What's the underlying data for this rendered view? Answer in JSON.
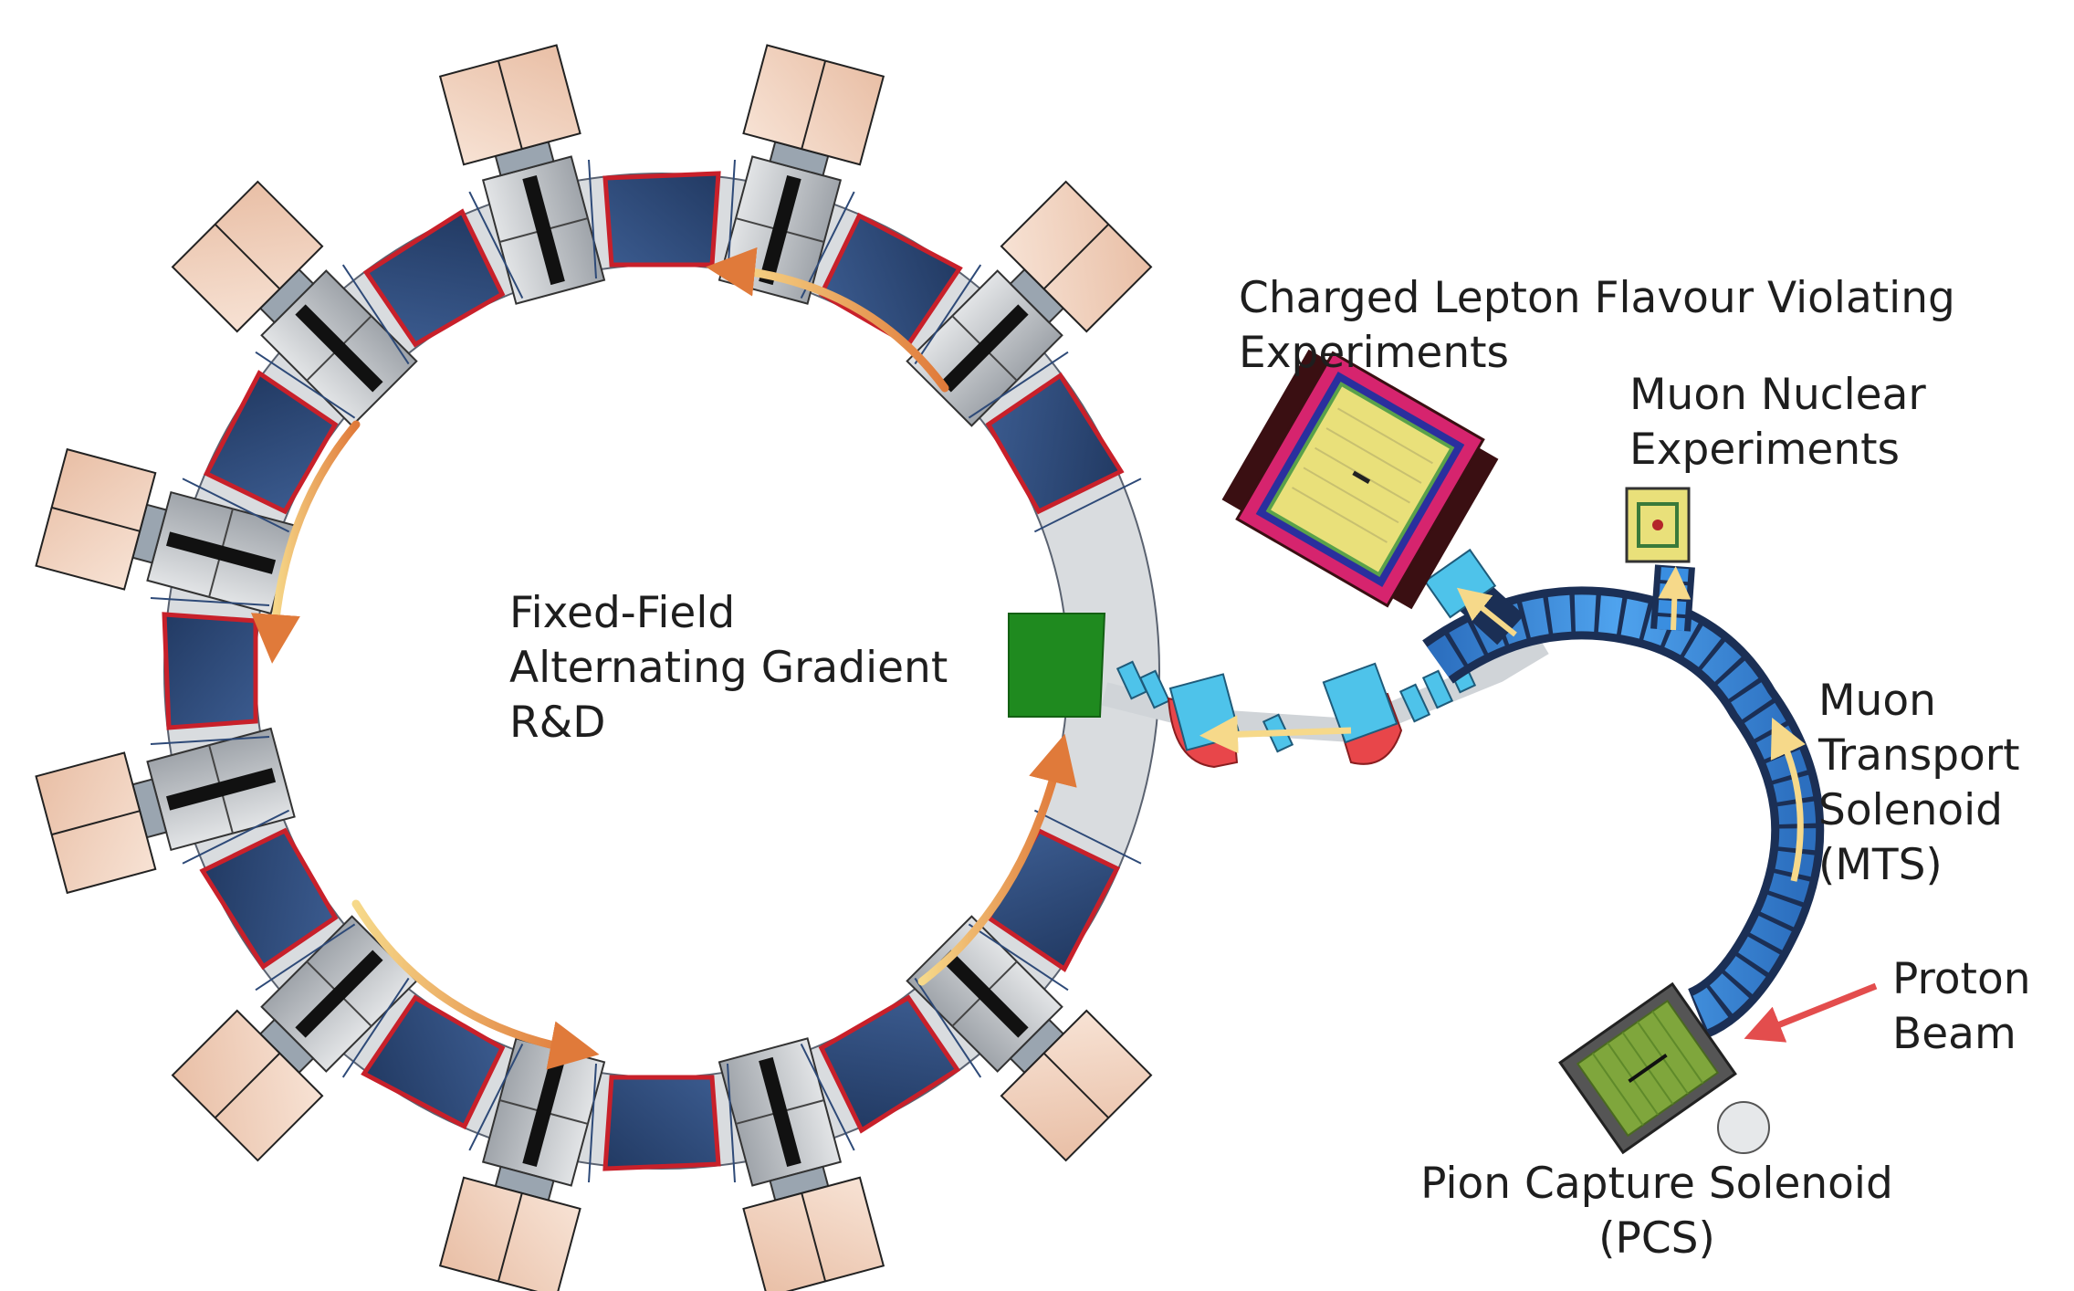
{
  "labels": {
    "ffag": [
      "Fixed-Field",
      "Alternating Gradient",
      "R&D"
    ],
    "clfv": [
      "Charged Lepton Flavour Violating",
      "Experiments"
    ],
    "muon_nuclear": [
      "Muon Nuclear",
      "Experiments"
    ],
    "mts": [
      "Muon",
      "Transport",
      "Solenoid",
      "(MTS)"
    ],
    "proton": [
      "Proton",
      "Beam"
    ],
    "pcs": [
      "Pion Capture Solenoid",
      "(PCS)"
    ]
  },
  "colors": {
    "magnet_blue": "#2e4a78",
    "magnet_red_edge": "#c8202a",
    "iron_grey": "#c4c8cc",
    "coil_pink": "#f2d3c0",
    "injection_green": "#1f8a1f",
    "solenoid_blue": "#3a8ee0",
    "beamline_cyan": "#4ec3ea",
    "arrow_orange": "#e07a3a",
    "arrow_yellow": "#f6d98a",
    "proton_arrow": "#e34d4d",
    "pcs_green": "#7fa63c",
    "clfv_magenta": "#d6246e",
    "clfv_dark": "#3a0f12",
    "muon_target_yellow": "#e9e07a"
  }
}
